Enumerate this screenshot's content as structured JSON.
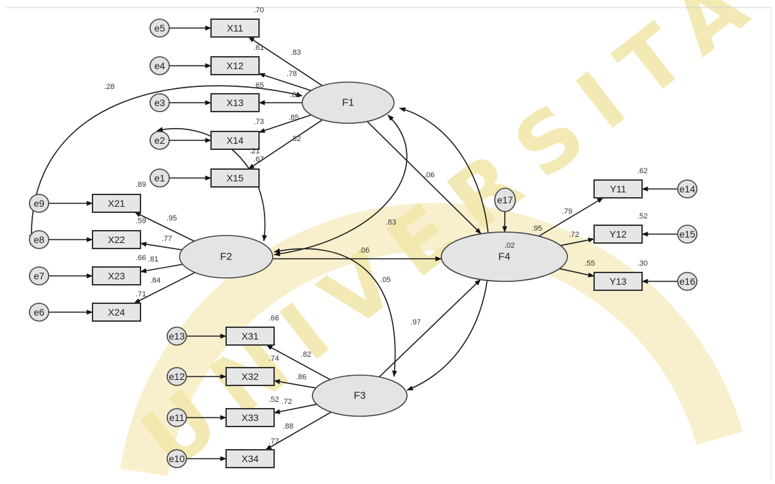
{
  "diagram": {
    "watermark": "UNIVERSITAS",
    "indicators": [
      {
        "id": "X11",
        "label": "X11",
        "loading": ".83",
        "r2": ".70",
        "error": "e5",
        "latent": "F1"
      },
      {
        "id": "X12",
        "label": "X12",
        "loading": ".78",
        "r2": ".61",
        "error": "e4",
        "latent": "F1"
      },
      {
        "id": "X13",
        "label": "X13",
        "loading": ".81",
        "r2": ".65",
        "error": "e3",
        "latent": "F1"
      },
      {
        "id": "X14",
        "label": "X14",
        "loading": ".85",
        "r2": ".73",
        "error": "e2",
        "latent": "F1"
      },
      {
        "id": "X15",
        "label": "X15",
        "loading": ".82",
        "r2": ".67",
        "error": "e1",
        "latent": "F1"
      },
      {
        "id": "X21",
        "label": "X21",
        "loading": ".95",
        "r2": ".89",
        "error": "e9",
        "latent": "F2"
      },
      {
        "id": "X22",
        "label": "X22",
        "loading": ".77",
        "r2": ".59",
        "error": "e8",
        "latent": "F2"
      },
      {
        "id": "X23",
        "label": "X23",
        "loading": ".81",
        "r2": ".66",
        "error": "e7",
        "latent": "F2"
      },
      {
        "id": "X24",
        "label": "X24",
        "loading": ".84",
        "r2": ".71",
        "error": "e6",
        "latent": "F2"
      },
      {
        "id": "X31",
        "label": "X31",
        "loading": ".82",
        "r2": ".66",
        "error": "e13",
        "latent": "F3"
      },
      {
        "id": "X32",
        "label": "X32",
        "loading": ".86",
        "r2": ".74",
        "error": "e12",
        "latent": "F3"
      },
      {
        "id": "X33",
        "label": "X33",
        "loading": ".72",
        "r2": ".52",
        "error": "e11",
        "latent": "F3"
      },
      {
        "id": "X34",
        "label": "X34",
        "loading": ".88",
        "r2": ".77",
        "error": "e10",
        "latent": "F3"
      },
      {
        "id": "Y11",
        "label": "Y11",
        "loading": ".79",
        "r2": ".62",
        "error": "e14",
        "latent": "F4"
      },
      {
        "id": "Y12",
        "label": "Y12",
        "loading": ".72",
        "r2": ".52",
        "error": "e15",
        "latent": "F4"
      },
      {
        "id": "Y13",
        "label": "Y13",
        "loading": ".55",
        "r2": ".30",
        "error": "e16",
        "latent": "F4"
      }
    ],
    "latents": [
      {
        "id": "F1",
        "label": "F1"
      },
      {
        "id": "F2",
        "label": "F2"
      },
      {
        "id": "F3",
        "label": "F3"
      },
      {
        "id": "F4",
        "label": "F4",
        "r2": ".95",
        "disturbance": "e17"
      }
    ],
    "paths": [
      {
        "from": "F1",
        "to": "F4",
        "value": ".06"
      },
      {
        "from": "F2",
        "to": "F4",
        "value": ".06"
      },
      {
        "from": "F3",
        "to": "F4",
        "value": ".97"
      }
    ],
    "covariances": [
      {
        "a": "e2",
        "b": "F2",
        "value": ".21"
      },
      {
        "a": "F1",
        "b": "e8",
        "value": ".28"
      },
      {
        "a": "F1",
        "b": "F2",
        "value": ".83"
      },
      {
        "a": "F2",
        "b": "F3",
        "value": ".05"
      },
      {
        "a": "F1",
        "b": "F3",
        "value": ".02"
      }
    ]
  }
}
